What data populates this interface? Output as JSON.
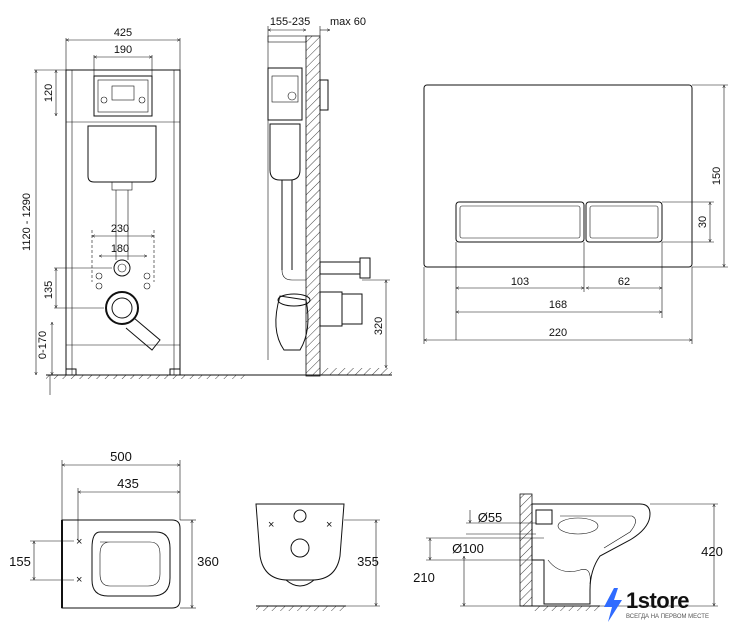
{
  "frame_front": {
    "width": "425",
    "top_plate": "190",
    "height_range": "1120 - 1290",
    "top_offset": "120",
    "width_230": "230",
    "width_180": "180",
    "offset_135": "135",
    "leg_range": "0-170"
  },
  "frame_side": {
    "depth_range": "155-235",
    "max_depth": "max 60",
    "height_320": "320"
  },
  "button_plate": {
    "height": "150",
    "key_height": "30",
    "left_key": "103",
    "right_key": "62",
    "keys_total": "168",
    "width": "220"
  },
  "toilet_top": {
    "width_outer": "500",
    "width_inner": "435",
    "bolt_spacing": "155",
    "depth": "360"
  },
  "toilet_front": {
    "height": "355"
  },
  "toilet_side": {
    "inlet": "Ø55",
    "outlet": "Ø100",
    "outlet_height": "210",
    "total_height": "420"
  },
  "brand": {
    "name": "1store",
    "tagline": "ВСЕГДА НА ПЕРВОМ МЕСТЕ",
    "accent_color": "#2f6bff"
  }
}
